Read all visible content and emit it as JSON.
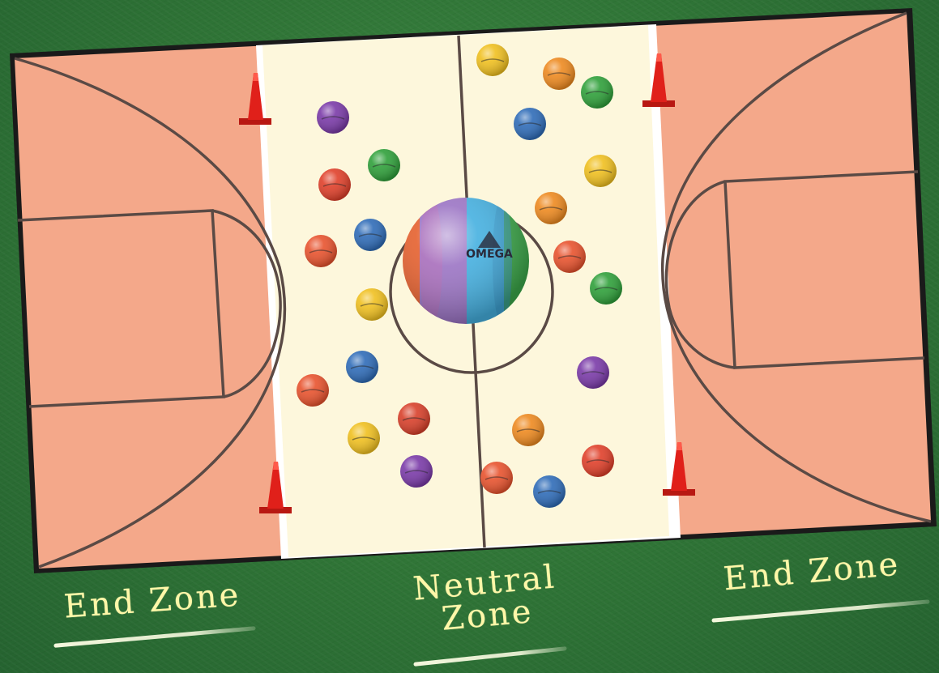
{
  "labels": {
    "end_zone_left": "End Zone",
    "neutral_zone_line1": "Neutral",
    "neutral_zone_line2": "Zone",
    "end_zone_right": "End Zone"
  },
  "colors": {
    "grass": "#2f7436",
    "end_zone": "#f4a88a",
    "neutral_zone": "#fdf7dc",
    "court_line": "#5a4a45",
    "cone": "#e0201a",
    "chalk": "#fff7a8"
  },
  "big_ball_logo": "OMEGA",
  "balls": [
    {
      "color": "#7a3aa8",
      "side": "left"
    },
    {
      "color": "#2fa03a",
      "side": "left"
    },
    {
      "color": "#e0402a",
      "side": "left"
    },
    {
      "color": "#2f6cb8",
      "side": "left"
    },
    {
      "color": "#e8532e",
      "side": "left"
    },
    {
      "color": "#f0c020",
      "side": "left"
    },
    {
      "color": "#2f6cb8",
      "side": "left"
    },
    {
      "color": "#e8532e",
      "side": "left"
    },
    {
      "color": "#d8402a",
      "side": "left"
    },
    {
      "color": "#f0c020",
      "side": "left"
    },
    {
      "color": "#7a3aa8",
      "side": "left"
    },
    {
      "color": "#f0c020",
      "side": "right"
    },
    {
      "color": "#ee8a20",
      "side": "right"
    },
    {
      "color": "#2fa03a",
      "side": "right"
    },
    {
      "color": "#2f6cb8",
      "side": "right"
    },
    {
      "color": "#f0c020",
      "side": "right"
    },
    {
      "color": "#ee8a20",
      "side": "right"
    },
    {
      "color": "#e8532e",
      "side": "right"
    },
    {
      "color": "#2fa03a",
      "side": "right"
    },
    {
      "color": "#7a3aa8",
      "side": "right"
    },
    {
      "color": "#ee8a20",
      "side": "right"
    },
    {
      "color": "#e0402a",
      "side": "right"
    },
    {
      "color": "#e8532e",
      "side": "right"
    },
    {
      "color": "#2f6cb8",
      "side": "right"
    }
  ]
}
